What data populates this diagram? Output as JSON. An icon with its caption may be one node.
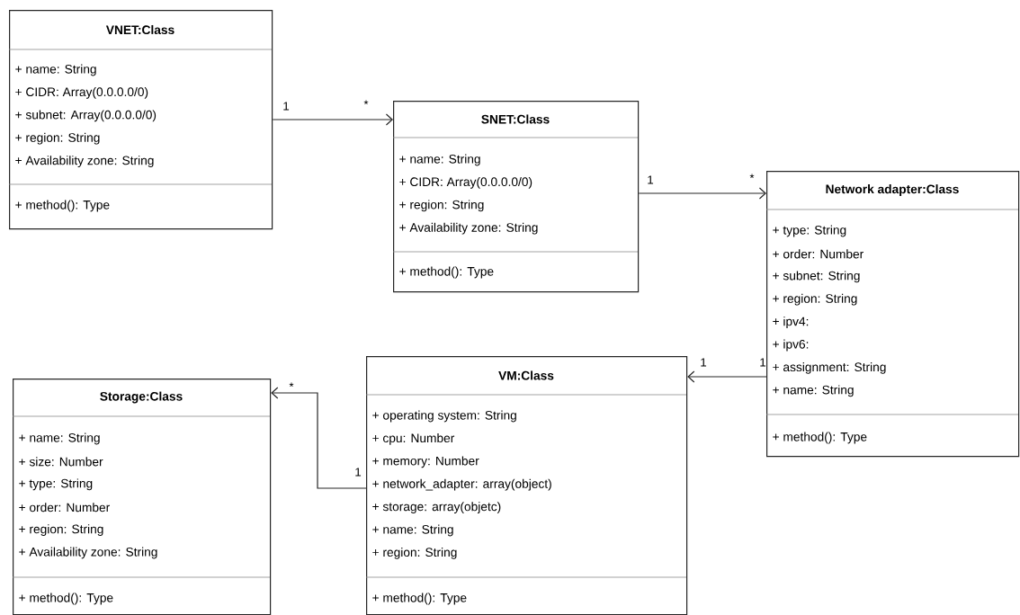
{
  "diagram": {
    "nodes": [
      {
        "text": [
          "VNET:Class",
          "+ name: String",
          "+ CIDR: Array(0.0.0.0/0)",
          "+ subnet: Array(0.0.0.0/0)",
          "+ region: String",
          "+ Availability zone: String",
          "+ method(): Type"
        ]
      },
      {
        "text": [
          "SNET:Class",
          "+ name: String",
          "+ CIDR: Array(0.0.0.0/0)",
          "+ region: String",
          "+ Availability zone: String",
          "+ method(): Type"
        ]
      },
      {
        "text": [
          "Network adapter:Class",
          "+ type: String",
          "+ order: Number",
          "+ subnet: String",
          "+ region: String",
          "+ ipv4:",
          "+ ipv6:",
          "+ assignment: String",
          "+ name: String",
          "+ method(): Type"
        ]
      },
      {
        "text": [
          "VM:Class",
          "+ operating system: String",
          "+ cpu: Number",
          "+ memory: Number",
          "+ network_adapter: array(object)",
          "+ storage: array(objetc)",
          "+ name: String",
          "+ region: String",
          "+ method(): Type"
        ]
      },
      {
        "text": [
          "Storage:Class",
          "+ name: String",
          "+ size: Number",
          "+ type: String",
          "+ order: Number",
          "+ region: String",
          "+ Availability zone: String",
          "+ method(): Type"
        ]
      }
    ],
    "edges": [
      {
        "from": 0,
        "to": 1,
        "arrow": "to"
      },
      {
        "from": 1,
        "to": 2,
        "arrow": "to"
      },
      {
        "from": 2,
        "to": 3,
        "arrow": "to"
      },
      {
        "from": 3,
        "to": 4,
        "arrow": "to"
      }
    ],
    "labels": [
      "1",
      "*",
      "1",
      "*",
      "1",
      "1",
      "*",
      "1"
    ]
  }
}
